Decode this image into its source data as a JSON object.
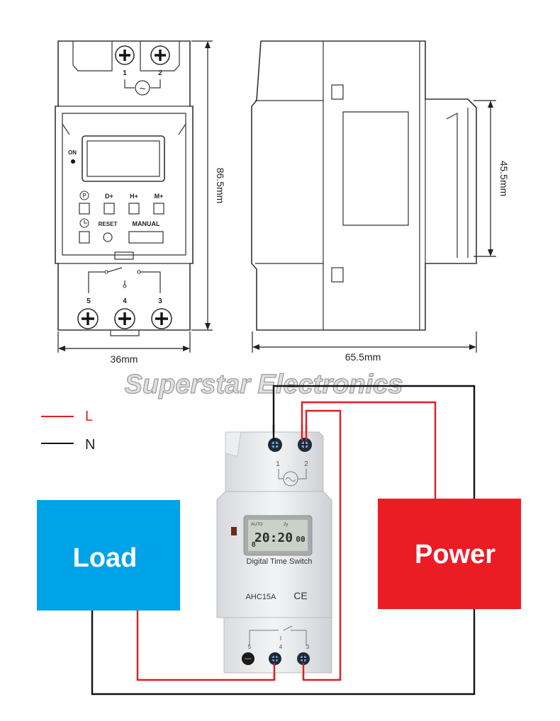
{
  "front_view": {
    "top_terminals": [
      "1",
      "2"
    ],
    "ac_symbol": "~",
    "on_label": "ON",
    "buttons_row1": [
      "D+",
      "H+",
      "M+"
    ],
    "reset_label": "RESET",
    "manual_label": "MANUAL",
    "bottom_terminals": [
      "5",
      "4",
      "3"
    ],
    "width_dim": "36mm",
    "height_dim": "86.5mm"
  },
  "side_view": {
    "depth_dim": "65.5mm",
    "window_dim": "45.5mm"
  },
  "watermark": "Superstar Electronics",
  "legend": {
    "live_label": "L",
    "neutral_label": "N",
    "live_color": "#e31b23",
    "neutral_color": "#111111"
  },
  "device": {
    "top_terminals": [
      "1",
      "2"
    ],
    "bottom_terminals": [
      "5",
      "4",
      "3"
    ],
    "lcd_time": "20:20",
    "lcd_seconds": "00",
    "lcd_tl": "AUTO",
    "lcd_tr": "2y",
    "lcd_bl": "8",
    "product_name": "Digital Time Switch",
    "model": "AHC15A",
    "ce_mark": "CE"
  },
  "load_box": {
    "label": "Load",
    "color": "#00a3e8"
  },
  "power_box": {
    "label": "Power",
    "color": "#ec1c24"
  }
}
